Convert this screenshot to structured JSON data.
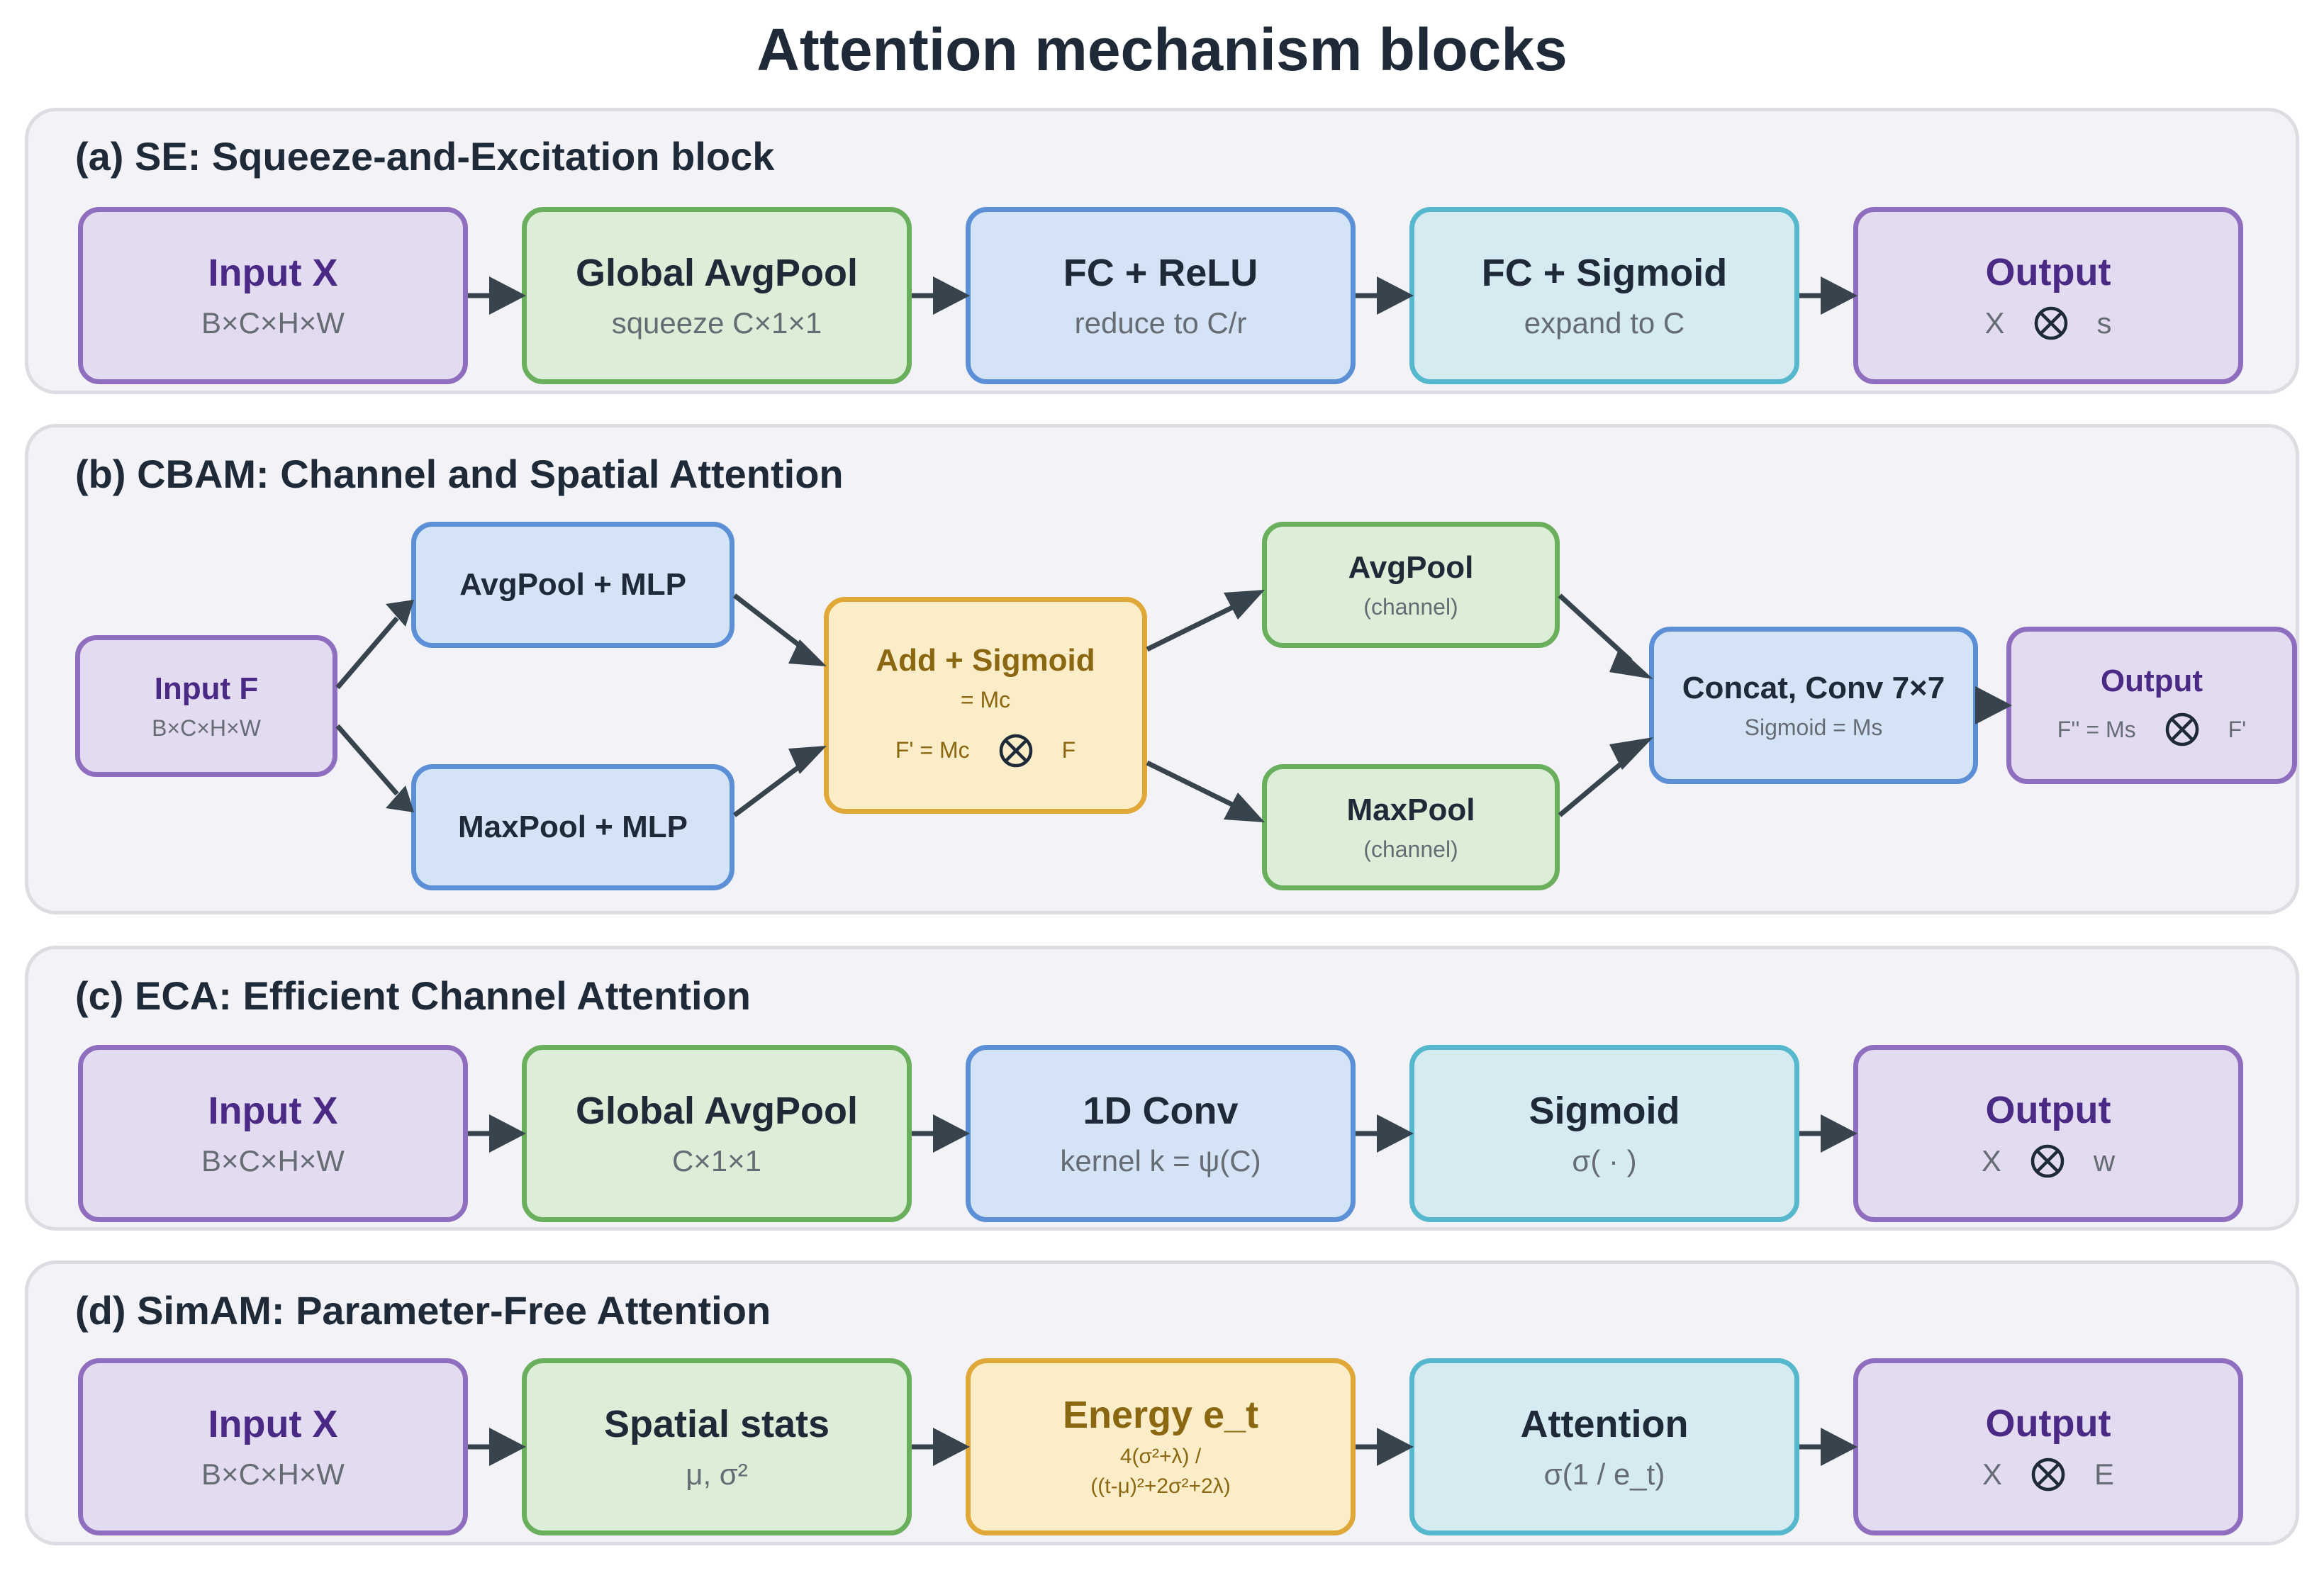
{
  "title": "Attention mechanism blocks",
  "colors": {
    "purple_fill": "#e3dcf1",
    "purple_border": "#8f6ebf",
    "green_fill": "#dcedd8",
    "green_border": "#6aaf5c",
    "blue_fill": "#d5e3f6",
    "blue_border": "#5b8fd6",
    "cyan_fill": "#d6ebf1",
    "cyan_border": "#55b8cc",
    "yellow_fill": "#faedc8",
    "yellow_border": "#e0a838",
    "arrow": "#37444d"
  },
  "se": {
    "title": "(a) SE: Squeeze-and-Excitation block",
    "input": {
      "label": "Input X",
      "sub": "B×C×H×W"
    },
    "pool": {
      "label": "Global AvgPool",
      "sub": "squeeze C×1×1"
    },
    "fc1": {
      "label": "FC + ReLU",
      "sub": "reduce to C/r"
    },
    "fc2": {
      "label": "FC + Sigmoid",
      "sub": "expand to C"
    },
    "output": {
      "label": "Output",
      "left": "X",
      "right": "s"
    }
  },
  "cbam": {
    "title": "(b) CBAM: Channel and Spatial Attention",
    "input": {
      "label": "Input F",
      "sub": "B×C×H×W"
    },
    "avgmlp": {
      "label": "AvgPool + MLP"
    },
    "maxmlp": {
      "label": "MaxPool + MLP"
    },
    "add": {
      "label": "Add + Sigmoid",
      "sub": "= Mc",
      "left": "F' = Mc",
      "right": "F"
    },
    "avgpool": {
      "label": "AvgPool",
      "sub": "(channel)"
    },
    "maxpool": {
      "label": "MaxPool",
      "sub": "(channel)"
    },
    "concat": {
      "label": "Concat, Conv 7×7",
      "sub": "Sigmoid = Ms"
    },
    "output": {
      "label": "Output",
      "left": "F'' = Ms",
      "right": "F'"
    }
  },
  "eca": {
    "title": "(c) ECA: Efficient Channel Attention",
    "input": {
      "label": "Input X",
      "sub": "B×C×H×W"
    },
    "pool": {
      "label": "Global AvgPool",
      "sub": "C×1×1"
    },
    "conv": {
      "label": "1D Conv",
      "sub": "kernel k = ψ(C)"
    },
    "sig": {
      "label": "Sigmoid",
      "sub": "σ( · )"
    },
    "output": {
      "label": "Output",
      "left": "X",
      "right": "w"
    }
  },
  "simam": {
    "title": "(d) SimAM: Parameter-Free Attention",
    "input": {
      "label": "Input X",
      "sub": "B×C×H×W"
    },
    "stats": {
      "label": "Spatial stats",
      "sub": "μ, σ²"
    },
    "energy": {
      "label": "Energy e_t",
      "sub1": "4(σ²+λ) /",
      "sub2": "((t-μ)²+2σ²+2λ)"
    },
    "att": {
      "label": "Attention",
      "sub": "σ(1 / e_t)"
    },
    "output": {
      "label": "Output",
      "left": "X",
      "right": "E"
    }
  }
}
